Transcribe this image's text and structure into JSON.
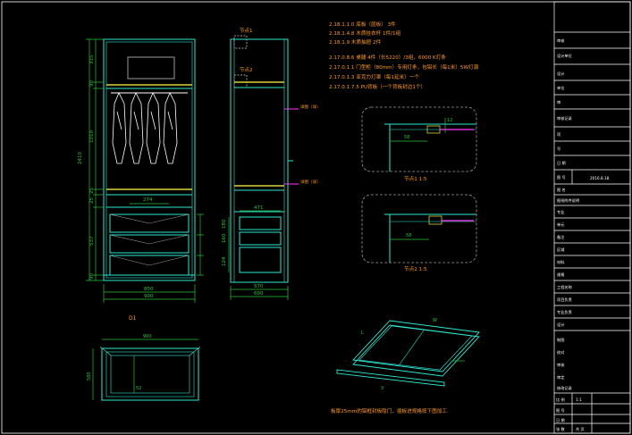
{
  "colors": {
    "background": "#000000",
    "frame": "#ffffff",
    "cabinet": "#2ee8d2",
    "dimension": "#29c43a",
    "note": "#ff9a26",
    "accent": "#ff38ff",
    "hatch": "#d7d23a"
  },
  "notes": {
    "line1": "2.18.1.1.0 底板（层板） 3件",
    "line2": "2.18.1.4.8 木质挂衣杆 1件/1组",
    "line3": "2.18.1.9 木质抽屉 2件",
    "line4": "2.17.0.8.6 桌腿 4件（长5220）/3组，6000 K灯条",
    "line5": "2.17.0.1.1 门型柜（80mm）专用灯条，包铝长（每1米）5W灯源",
    "line6": "2.17.0.1.3 亚克力灯罩（每1延米）一个",
    "line7": "2.17.0.1.7.5 PU背板（一个背板封边1个）",
    "bottom_note": "板厚25mm的铝框封板隐门，插板进规格按下图加工.",
    "detail1_label": "节点1 1:5",
    "detail2_label": "节点2 1:5",
    "d1_label": "D1",
    "side_label1": "节点1",
    "side_label2": "节点2",
    "side_callout1": "详图（详）",
    "side_callout2": "详图（详）"
  },
  "dims": {
    "front_total_h": "2410",
    "front_h1": "315",
    "front_h2": "90",
    "front_h3": "1010",
    "front_h4": "25",
    "front_h5": "25",
    "front_h6": "537",
    "front_h7": "90",
    "front_w_inner": "850",
    "front_w_total": "900",
    "front_w_shelf": "274",
    "side_w1": "471",
    "side_w2": "570",
    "side_w3": "600",
    "side_h1": "180",
    "side_h2": "160",
    "side_h3": "124",
    "plan_w": "900",
    "plan_d": "580",
    "plan_inner": "52",
    "det1_w": "58",
    "det1_h": "12",
    "det2_w": "58",
    "iso_w": "W",
    "iso_l": "L",
    "iso_x": "X"
  },
  "title_block": {
    "rows": [
      "审核",
      "设计单位",
      "设计",
      "单位",
      "审",
      "审核记录",
      "项",
      "号",
      "日 期",
      "图 号",
      "图 名",
      "图纸附件说明",
      "专业",
      "单元",
      "备注",
      "区域",
      "材料",
      "规格",
      "工程名称",
      "项目负责",
      "专业负责",
      "设计",
      "制图",
      "校对",
      "审核",
      "审定",
      "修改记录"
    ],
    "sheet_value": "2016.8.18",
    "bottom_rows": [
      {
        "label": "比 例",
        "value": "1:1"
      },
      {
        "label": "图 号",
        "value": ""
      },
      {
        "label": "日 期",
        "value": ""
      },
      {
        "label": "张 数",
        "value": "共 页"
      }
    ]
  }
}
